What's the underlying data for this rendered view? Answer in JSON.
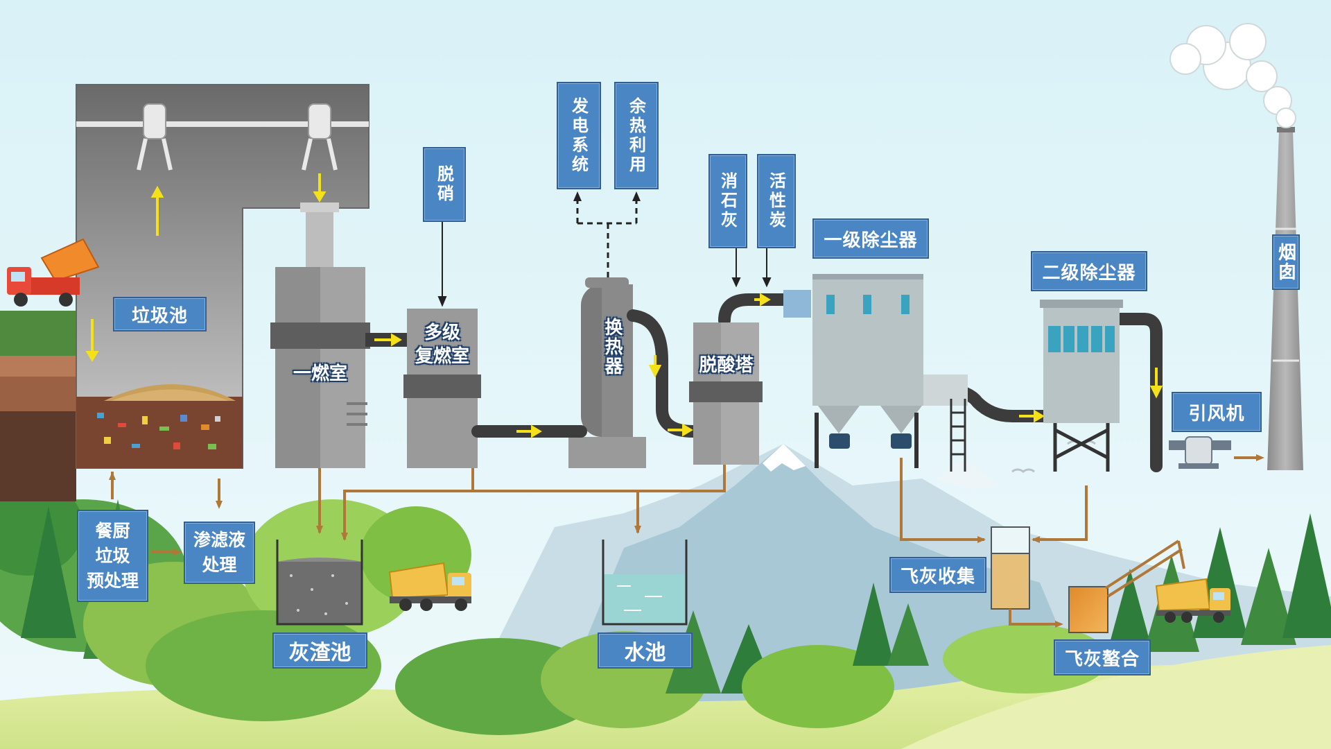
{
  "diagram": {
    "labels": {
      "waste_pit": "垃圾池",
      "kitchen_pretreatment": "餐厨\n垃圾\n预处理",
      "leachate_treatment": "渗滤液\n处理",
      "primary_combustion": "一燃室",
      "secondary_combustion": "多级\n复燃室",
      "denitration": "脱硝",
      "power_generation": "发电系统",
      "waste_heat_use": "余热利用",
      "heat_exchanger": "换热器",
      "lime": "消石灰",
      "activated_carbon": "活性炭",
      "deacidification_tower": "脱酸塔",
      "primary_dust_collector": "一级除尘器",
      "secondary_dust_collector": "二级除尘器",
      "induced_draft_fan": "引风机",
      "chimney": "烟囱",
      "ash_pool": "灰渣池",
      "water_pool": "水池",
      "fly_ash_collection": "飞灰收集",
      "fly_ash_chelation": "飞灰螯合"
    },
    "colors": {
      "label_fill": "#4a86c4",
      "flow_arrow": "#f5e11a",
      "pipe": "#3c3c3c",
      "sludge_line": "#b07838",
      "sky": "#dff3f8"
    },
    "icons": [
      "dump-truck-icon",
      "grab-crane-icon",
      "garbage-truck-icon",
      "smoke-cloud-icon",
      "bird-icon",
      "tree-icon",
      "mountain-icon"
    ]
  }
}
